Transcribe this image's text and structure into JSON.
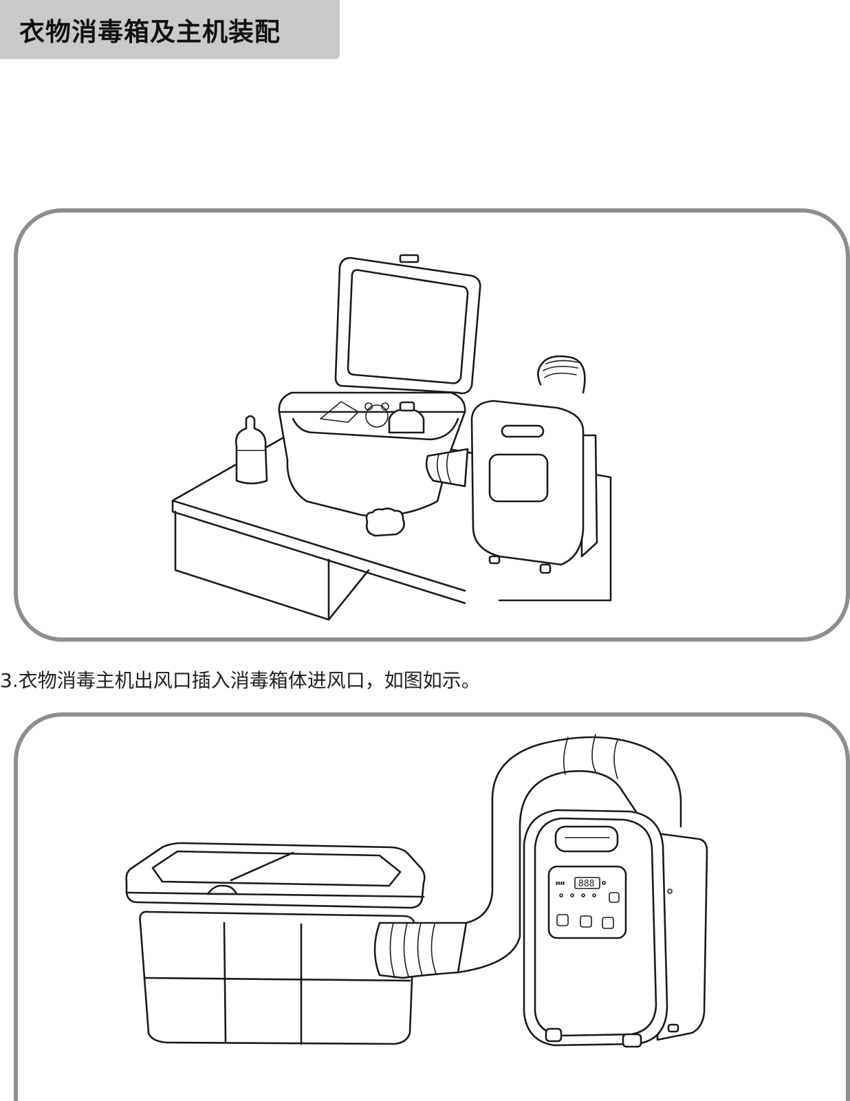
{
  "header": {
    "title": "衣物消毒箱及主机装配"
  },
  "step": {
    "caption": "3.衣物消毒主机出风口插入消毒箱体进风口，如图如示。"
  },
  "panel_display": {
    "digits": "888"
  },
  "colors": {
    "title_bg": "#c9c9c9",
    "panel_border": "#8e8e8e",
    "line": "#1a1a1a"
  }
}
